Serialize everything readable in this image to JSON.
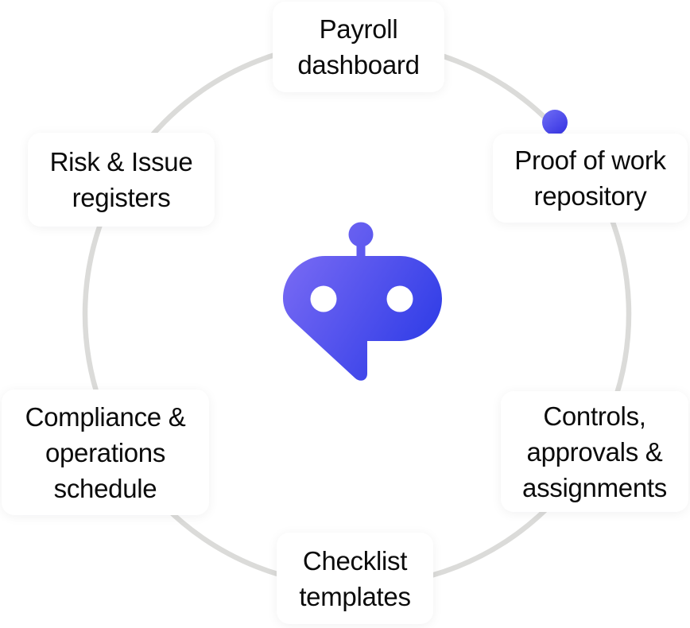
{
  "theme": {
    "background": "#FFFFFF",
    "card_bg": "#FFFFFF",
    "text": "#0B0B0B",
    "ring": "#DBDBD9",
    "icon_gradient_start": "#7A6BF4",
    "icon_gradient_end": "#2B3AE6",
    "dot_gradient_start": "#6A68F3",
    "dot_gradient_end": "#3633E3"
  },
  "diagram": {
    "center_icon": "chatbot",
    "labels": [
      {
        "id": "payroll-dashboard",
        "text": "Payroll\ndashboard"
      },
      {
        "id": "proof-of-work-repository",
        "text": "Proof of work\nrepository"
      },
      {
        "id": "controls-approvals-assignments",
        "text": "Controls,\napprovals &\nassignments"
      },
      {
        "id": "checklist-templates",
        "text": "Checklist\ntemplates"
      },
      {
        "id": "compliance-operations-schedule",
        "text": "Compliance &\noperations\nschedule"
      },
      {
        "id": "risk-issue-registers",
        "text": "Risk & Issue\nregisters"
      }
    ]
  }
}
